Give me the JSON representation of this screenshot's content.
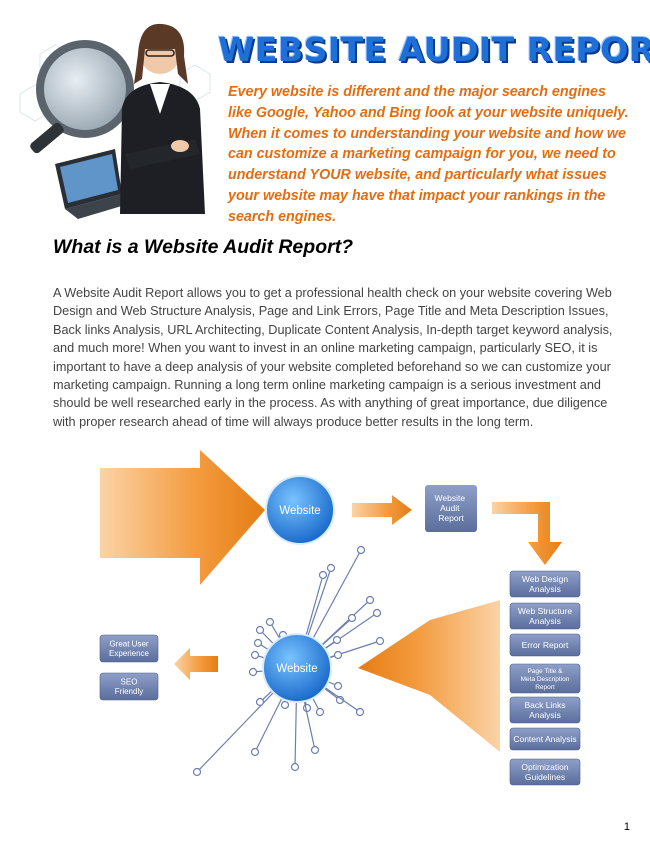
{
  "header": {
    "title": "WEBSITE AUDIT REPORT",
    "intro": "Every website is different and the major search engines like Google, Yahoo and Bing look at your website uniquely. When it comes to understanding your website and how we can customize a marketing campaign for you, we need to understand YOUR website, and particularly what issues your website may have that impact your rankings in the search engines."
  },
  "section": {
    "heading": "What is a Website Audit Report?",
    "body": "A Website Audit Report allows you to get a professional health check on your website covering Web Design and Web Structure Analysis, Page and Link Errors, Page Title and Meta Description Issues, Back links Analysis, URL Architecting, Duplicate Content Analysis, In-depth target keyword analysis, and much more! When you want to invest in an online marketing campaign, particularly SEO, it is important to have a deep analysis of your website completed beforehand so we can customize your marketing campaign. Running a long term online marketing campaign is a serious investment and should be well researched early in the process. As with anything of great importance, due diligence with proper research ahead of time will always produce better results in the long term."
  },
  "diagram": {
    "circle_top": "Website",
    "circle_bottom": "Website",
    "audit_box": [
      "Website",
      "Audit",
      "Report"
    ],
    "outputs": [
      [
        "Great User",
        "Experience"
      ],
      [
        "SEO",
        "Friendly"
      ]
    ],
    "steps": [
      [
        "Web Design",
        "Analysis"
      ],
      [
        "Web Structure",
        "Analysis"
      ],
      [
        "Error Report"
      ],
      [
        "Page Title &",
        "Meta Description",
        "Report"
      ],
      [
        "Back Links",
        "Analysis"
      ],
      [
        "Content Analysis"
      ],
      [
        "Optimization",
        "Guidelines"
      ]
    ],
    "colors": {
      "arrow": "#f39a3c",
      "box": "#6b7faf",
      "circle": "#2b8ae0",
      "node": "#6b7faf"
    }
  },
  "footer": {
    "page_number": "1"
  }
}
